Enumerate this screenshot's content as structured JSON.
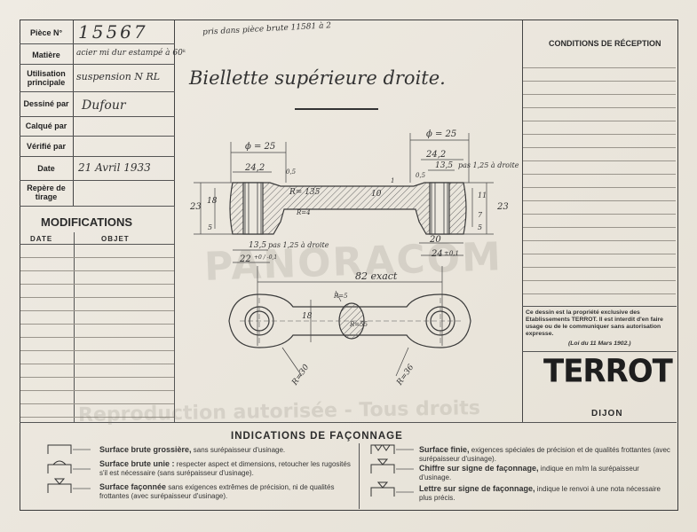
{
  "title_block": {
    "rows": [
      {
        "label": "Pièce N°",
        "value": "15567"
      },
      {
        "label": "Matière",
        "value": "acier mi dur estampé à 60ᵏ"
      },
      {
        "label": "Utilisation principale",
        "value": "suspension N RL"
      },
      {
        "label": "Dessiné par",
        "value": "Dufour"
      },
      {
        "label": "Calqué par",
        "value": ""
      },
      {
        "label": "Vérifié par",
        "value": ""
      },
      {
        "label": "Date",
        "value": "21 Avril 1933"
      },
      {
        "label": "Repère de tirage",
        "value": ""
      }
    ],
    "top_note": "pris dans pièce brute 11581 à 2"
  },
  "modifications": {
    "title": "MODIFICATIONS",
    "col_date": "DATE",
    "col_objet": "OBJET"
  },
  "drawing": {
    "title": "Biellette supérieure droite.",
    "dims": {
      "phi_left": "ϕ = 25",
      "phi_right": "ϕ = 25",
      "d24_2_left": "24,2",
      "d24_2_right": "24,2",
      "d13_5_right": "13,5",
      "pas_right": "pas 1,25 à droite",
      "d23_left": "23",
      "d23_right": "23",
      "d18": "18",
      "d5_left": "5",
      "d5_right": "5",
      "d7": "7",
      "d11": "11",
      "d10": "10",
      "d1": "1",
      "r135": "R= 135",
      "r4": "R=4",
      "d13_5_left": "13,5",
      "pas_left": "pas 1,25 à droite",
      "d22": "22",
      "tol22": "+0 / -0,1",
      "d20": "20",
      "d24_bot": "24",
      "tol24": "±0,1",
      "d82": "82 exact",
      "d18_plan": "18",
      "r_small": "R=5",
      "r55": "R=55",
      "r30": "R=30",
      "r36": "R=36",
      "chamfer_l": "0,5",
      "chamfer_r": "0,5"
    }
  },
  "reception": {
    "title": "CONDITIONS DE RÉCEPTION",
    "notice": "Ce dessin est la propriété exclusive des Etablissements TERROT. Il est interdit d'en faire usage ou de le communiquer sans autorisation expresse.",
    "law": "(Loi du 11 Mars 1902.)",
    "brand": "TERROT",
    "city": "DIJON"
  },
  "legend": {
    "title": "INDICATIONS DE FAÇONNAGE",
    "items": [
      {
        "bold": "Surface brute grossière,",
        "text": "sans surépaisseur d'usinage."
      },
      {
        "bold": "Surface brute unie :",
        "text": "respecter aspect et dimensions, retoucher les rugosités s'il est nécessaire (sans surépaisseur d'usinage)."
      },
      {
        "bold": "Surface façonnée",
        "text": "sans exigences extrêmes de précision, ni de qualités frottantes (avec surépaisseur d'usinage)."
      },
      {
        "bold": "Surface finie,",
        "text": "exigences spéciales de précision et de qualités frottantes (avec surépaisseur d'usinage)."
      },
      {
        "bold": "Chiffre sur signe de façonnage,",
        "text": "indique en m/m la surépaisseur d'usinage."
      },
      {
        "bold": "Lettre sur signe de façonnage,",
        "text": "indique le renvoi à une nota nécessaire plus précis."
      }
    ]
  },
  "watermark": {
    "line1": "Reproduction autorisée - Tous droits",
    "center": "PANORACOM"
  },
  "colors": {
    "paper": "#ece8df",
    "ink": "#2b2b2b",
    "hatch": "#6a6a6a"
  }
}
